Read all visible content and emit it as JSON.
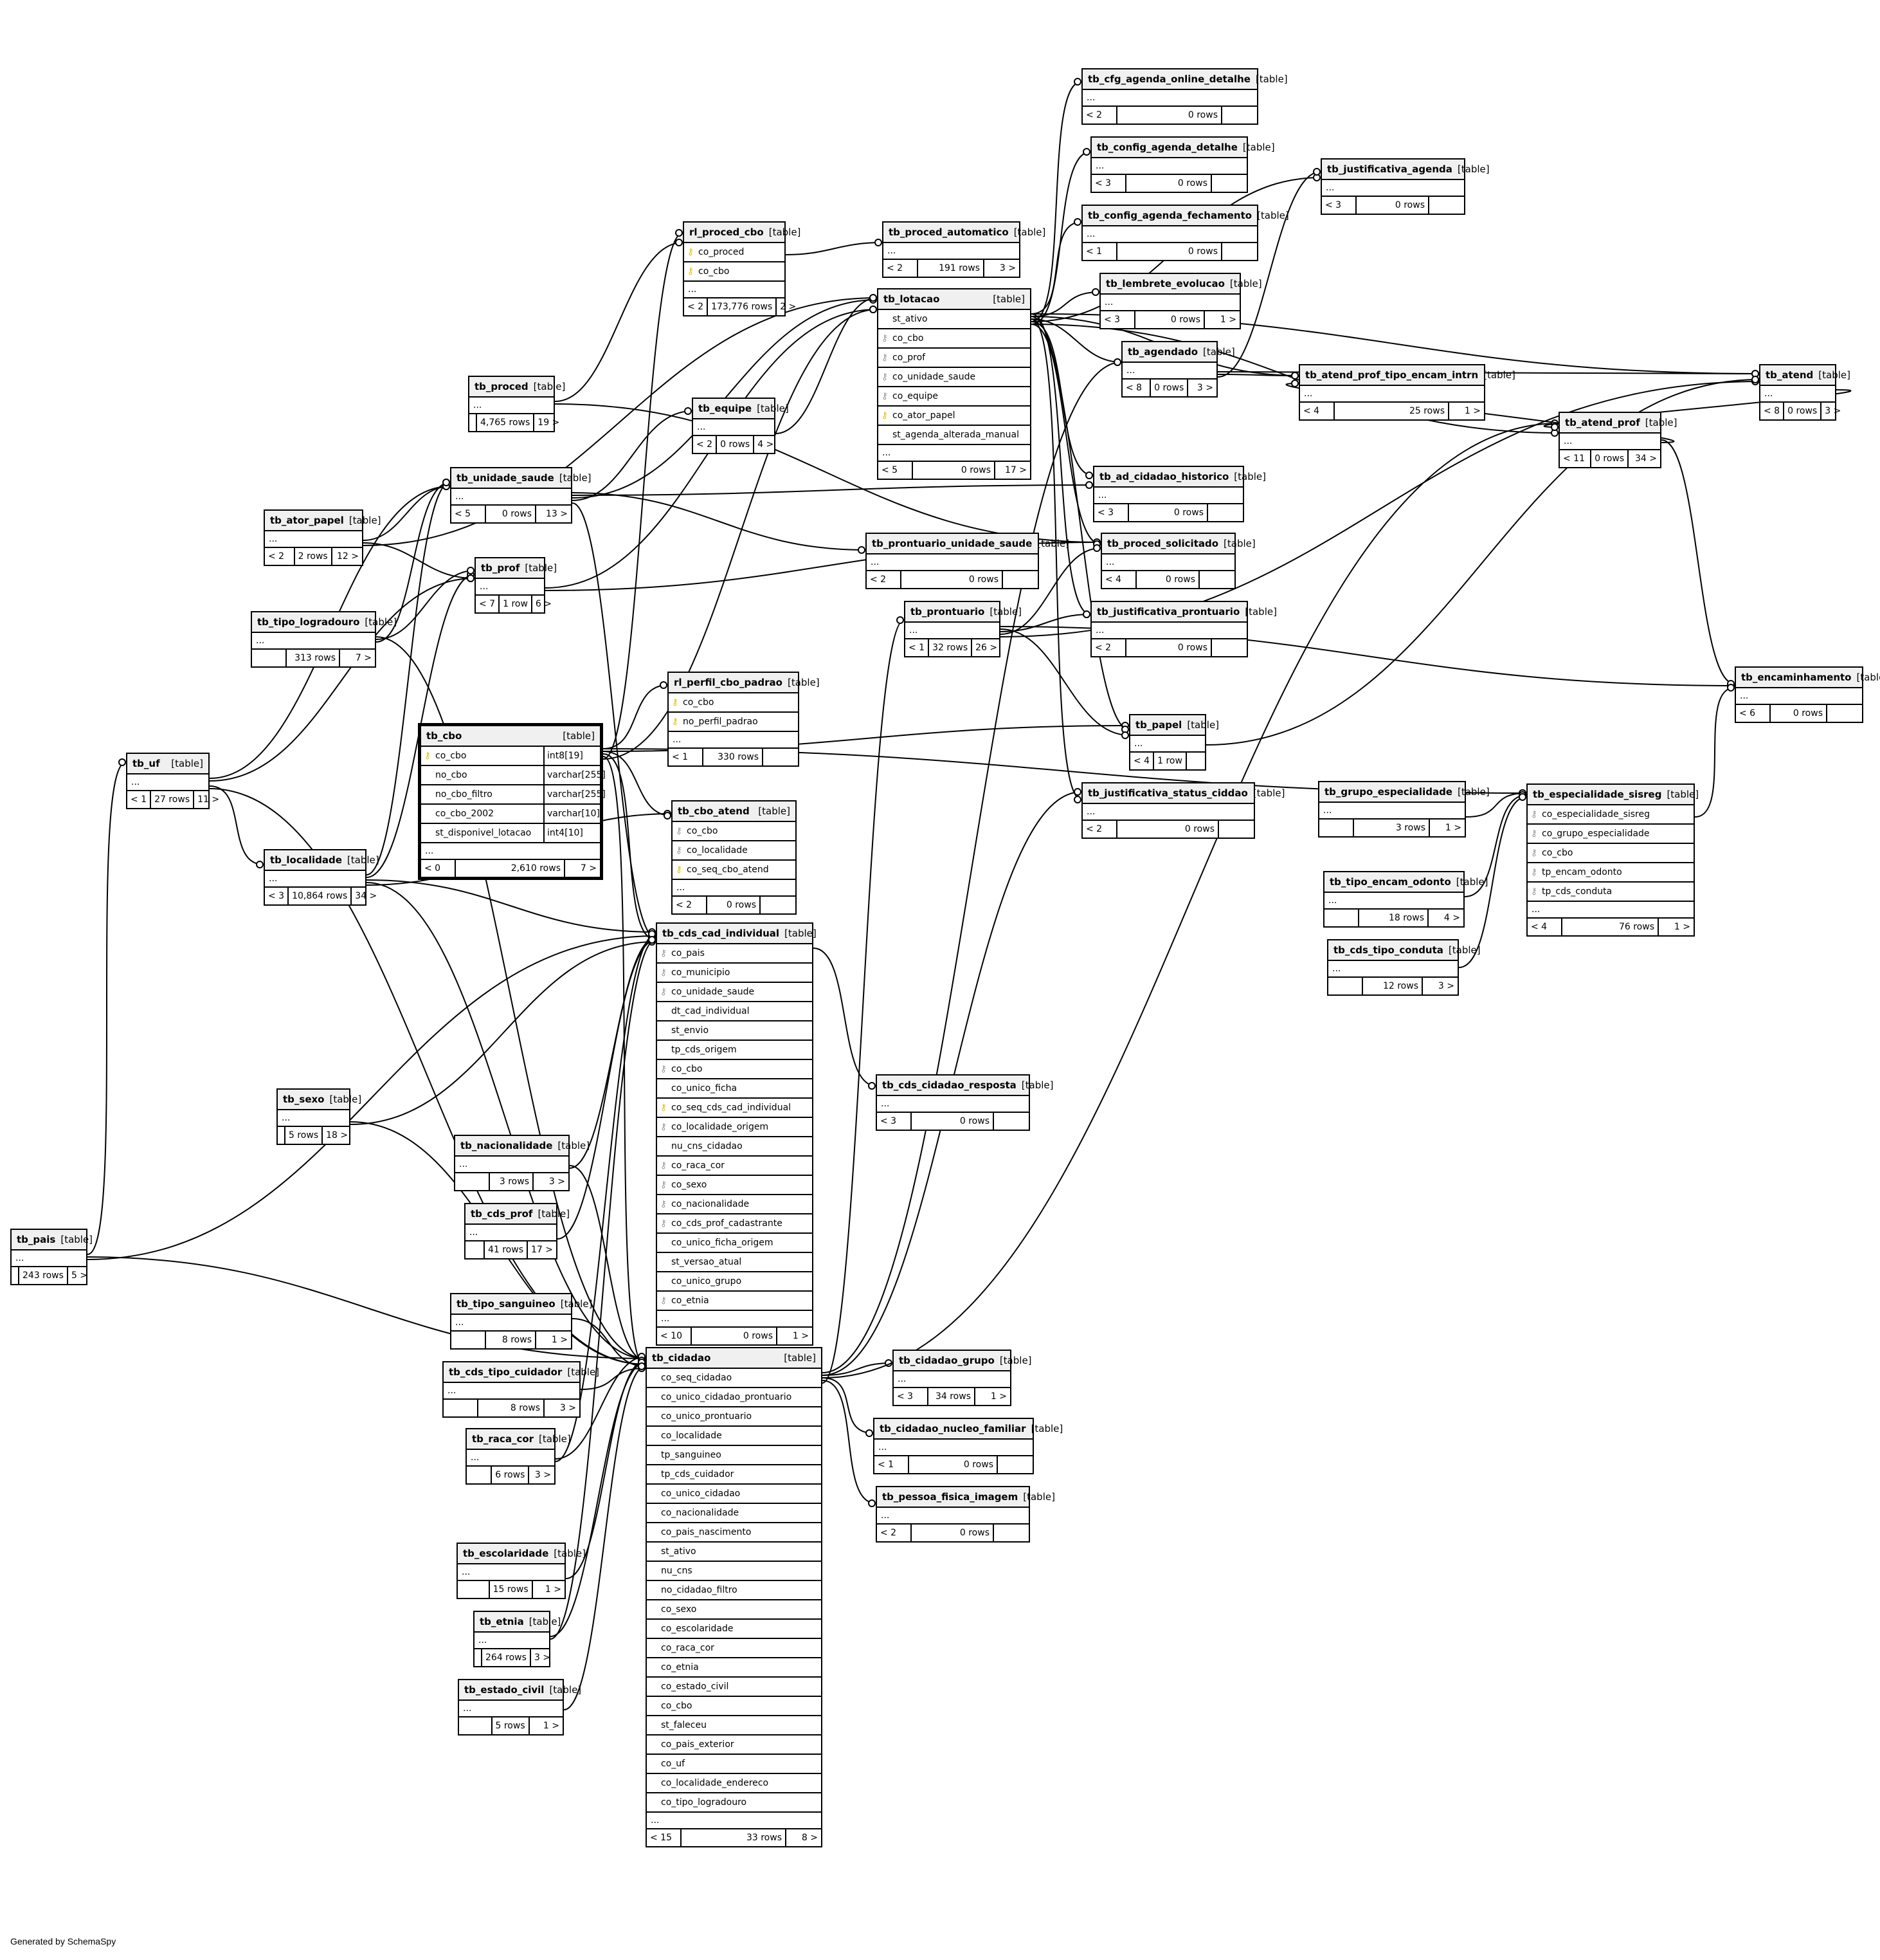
{
  "footer_text": "Generated by SchemaSpy",
  "table_type_label": "[table]",
  "tables": [
    {
      "name": "tb_pais",
      "cols": [],
      "foot": [
        "",
        "243 rows",
        "5 >"
      ]
    },
    {
      "name": "tb_uf",
      "cols": [],
      "foot": [
        "< 1",
        "27 rows",
        "11 >"
      ]
    },
    {
      "name": "tb_ator_papel",
      "cols": [],
      "foot": [
        "< 2",
        "2 rows",
        "12 >"
      ]
    },
    {
      "name": "tb_tipo_logradouro",
      "cols": [],
      "foot": [
        "",
        "313 rows",
        "7 >"
      ]
    },
    {
      "name": "tb_localidade",
      "cols": [],
      "foot": [
        "< 3",
        "10,864 rows",
        "34 >"
      ]
    },
    {
      "name": "tb_sexo",
      "cols": [],
      "foot": [
        "",
        "5 rows",
        "18 >"
      ]
    },
    {
      "name": "tb_proced",
      "cols": [],
      "foot": [
        "",
        "4,765 rows",
        "19 >"
      ]
    },
    {
      "name": "tb_unidade_saude",
      "cols": [],
      "foot": [
        "< 5",
        "0 rows",
        "13 >"
      ]
    },
    {
      "name": "tb_prof",
      "cols": [],
      "foot": [
        "< 7",
        "1 row",
        "6 >"
      ]
    },
    {
      "name": "tb_cbo",
      "cols": [
        {
          "k": "pk",
          "n": "co_cbo",
          "t": "int8[19]"
        },
        {
          "k": "",
          "n": "no_cbo",
          "t": "varchar[255]"
        },
        {
          "k": "",
          "n": "no_cbo_filtro",
          "t": "varchar[255]"
        },
        {
          "k": "",
          "n": "co_cbo_2002",
          "t": "varchar[10]"
        },
        {
          "k": "",
          "n": "st_disponivel_lotacao",
          "t": "int4[10]"
        }
      ],
      "foot": [
        "< 0",
        "2,610 rows",
        "7 >"
      ]
    },
    {
      "name": "tb_nacionalidade",
      "cols": [],
      "foot": [
        "",
        "3 rows",
        "3 >"
      ]
    },
    {
      "name": "tb_cds_prof",
      "cols": [],
      "foot": [
        "",
        "41 rows",
        "17 >"
      ]
    },
    {
      "name": "tb_tipo_sanguineo",
      "cols": [],
      "foot": [
        "",
        "8 rows",
        "1 >"
      ]
    },
    {
      "name": "tb_cds_tipo_cuidador",
      "cols": [],
      "foot": [
        "",
        "8 rows",
        "3 >"
      ]
    },
    {
      "name": "tb_raca_cor",
      "cols": [],
      "foot": [
        "",
        "6 rows",
        "3 >"
      ]
    },
    {
      "name": "tb_escolaridade",
      "cols": [],
      "foot": [
        "",
        "15 rows",
        "1 >"
      ]
    },
    {
      "name": "tb_etnia",
      "cols": [],
      "foot": [
        "",
        "264 rows",
        "3 >"
      ]
    },
    {
      "name": "tb_estado_civil",
      "cols": [],
      "foot": [
        "",
        "5 rows",
        "1 >"
      ]
    },
    {
      "name": "rl_proced_cbo",
      "cols": [
        {
          "k": "pk",
          "n": "co_proced"
        },
        {
          "k": "pk",
          "n": "co_cbo"
        }
      ],
      "foot": [
        "< 2",
        "173,776 rows",
        "2 >"
      ]
    },
    {
      "name": "tb_equipe",
      "cols": [],
      "foot": [
        "< 2",
        "0 rows",
        "4 >"
      ]
    },
    {
      "name": "rl_perfil_cbo_padrao",
      "cols": [
        {
          "k": "pk",
          "n": "co_cbo"
        },
        {
          "k": "pk",
          "n": "no_perfil_padrao"
        }
      ],
      "foot": [
        "< 1",
        "330 rows",
        ""
      ]
    },
    {
      "name": "tb_cbo_atend",
      "cols": [
        {
          "k": "fk",
          "n": "co_cbo"
        },
        {
          "k": "fk",
          "n": "co_localidade"
        },
        {
          "k": "pk",
          "n": "co_seq_cbo_atend"
        }
      ],
      "foot": [
        "< 2",
        "0 rows",
        ""
      ]
    },
    {
      "name": "tb_cds_cad_individual",
      "cols": [
        {
          "k": "fk",
          "n": "co_pais"
        },
        {
          "k": "fk",
          "n": "co_municipio"
        },
        {
          "k": "fk",
          "n": "co_unidade_saude"
        },
        {
          "k": "",
          "n": "dt_cad_individual"
        },
        {
          "k": "",
          "n": "st_envio"
        },
        {
          "k": "",
          "n": "tp_cds_origem"
        },
        {
          "k": "fk",
          "n": "co_cbo"
        },
        {
          "k": "",
          "n": "co_unico_ficha"
        },
        {
          "k": "pk",
          "n": "co_seq_cds_cad_individual"
        },
        {
          "k": "fk",
          "n": "co_localidade_origem"
        },
        {
          "k": "",
          "n": "nu_cns_cidadao"
        },
        {
          "k": "fk",
          "n": "co_raca_cor"
        },
        {
          "k": "fk",
          "n": "co_sexo"
        },
        {
          "k": "fk",
          "n": "co_nacionalidade"
        },
        {
          "k": "fk",
          "n": "co_cds_prof_cadastrante"
        },
        {
          "k": "",
          "n": "co_unico_ficha_origem"
        },
        {
          "k": "",
          "n": "st_versao_atual"
        },
        {
          "k": "",
          "n": "co_unico_grupo"
        },
        {
          "k": "fk",
          "n": "co_etnia"
        }
      ],
      "foot": [
        "< 10",
        "0 rows",
        "1 >"
      ]
    },
    {
      "name": "tb_cidadao",
      "cols": [
        {
          "k": "",
          "n": "co_seq_cidadao"
        },
        {
          "k": "",
          "n": "co_unico_cidadao_prontuario"
        },
        {
          "k": "",
          "n": "co_unico_prontuario"
        },
        {
          "k": "",
          "n": "co_localidade"
        },
        {
          "k": "",
          "n": "tp_sanguineo"
        },
        {
          "k": "",
          "n": "tp_cds_cuidador"
        },
        {
          "k": "",
          "n": "co_unico_cidadao"
        },
        {
          "k": "",
          "n": "co_nacionalidade"
        },
        {
          "k": "",
          "n": "co_pais_nascimento"
        },
        {
          "k": "",
          "n": "st_ativo"
        },
        {
          "k": "",
          "n": "nu_cns"
        },
        {
          "k": "",
          "n": "no_cidadao_filtro"
        },
        {
          "k": "",
          "n": "co_sexo"
        },
        {
          "k": "",
          "n": "co_escolaridade"
        },
        {
          "k": "",
          "n": "co_raca_cor"
        },
        {
          "k": "",
          "n": "co_etnia"
        },
        {
          "k": "",
          "n": "co_estado_civil"
        },
        {
          "k": "",
          "n": "co_cbo"
        },
        {
          "k": "",
          "n": "st_faleceu"
        },
        {
          "k": "",
          "n": "co_pais_exterior"
        },
        {
          "k": "",
          "n": "co_uf"
        },
        {
          "k": "",
          "n": "co_localidade_endereco"
        },
        {
          "k": "",
          "n": "co_tipo_logradouro"
        }
      ],
      "foot": [
        "< 15",
        "33 rows",
        "8 >"
      ]
    },
    {
      "name": "tb_proced_automatico",
      "cols": [],
      "foot": [
        "< 2",
        "191 rows",
        "3 >"
      ]
    },
    {
      "name": "tb_lotacao",
      "cols": [
        {
          "k": "",
          "n": "st_ativo"
        },
        {
          "k": "fk",
          "n": "co_cbo"
        },
        {
          "k": "fk",
          "n": "co_prof"
        },
        {
          "k": "fk",
          "n": "co_unidade_saude"
        },
        {
          "k": "fk",
          "n": "co_equipe"
        },
        {
          "k": "pk",
          "n": "co_ator_papel"
        },
        {
          "k": "",
          "n": "st_agenda_alterada_manual"
        }
      ],
      "foot": [
        "< 5",
        "0 rows",
        "17 >"
      ]
    },
    {
      "name": "tb_prontuario_unidade_saude",
      "cols": [],
      "foot": [
        "< 2",
        "0 rows",
        ""
      ]
    },
    {
      "name": "tb_prontuario",
      "cols": [],
      "foot": [
        "< 1",
        "32 rows",
        "26 >"
      ]
    },
    {
      "name": "tb_cds_cidadao_resposta",
      "cols": [],
      "foot": [
        "< 3",
        "0 rows",
        ""
      ]
    },
    {
      "name": "tb_cidadao_grupo",
      "cols": [],
      "foot": [
        "< 3",
        "34 rows",
        "1 >"
      ]
    },
    {
      "name": "tb_cidadao_nucleo_familiar",
      "cols": [],
      "foot": [
        "< 1",
        "0 rows",
        ""
      ]
    },
    {
      "name": "tb_pessoa_fisica_imagem",
      "cols": [],
      "foot": [
        "< 2",
        "0 rows",
        ""
      ]
    },
    {
      "name": "tb_cfg_agenda_online_detalhe",
      "cols": [],
      "foot": [
        "< 2",
        "0 rows",
        ""
      ]
    },
    {
      "name": "tb_config_agenda_detalhe",
      "cols": [],
      "foot": [
        "< 3",
        "0 rows",
        ""
      ]
    },
    {
      "name": "tb_config_agenda_fechamento",
      "cols": [],
      "foot": [
        "< 1",
        "0 rows",
        ""
      ]
    },
    {
      "name": "tb_lembrete_evolucao",
      "cols": [],
      "foot": [
        "< 3",
        "0 rows",
        "1 >"
      ]
    },
    {
      "name": "tb_agendado",
      "cols": [],
      "foot": [
        "< 8",
        "0 rows",
        "3 >"
      ]
    },
    {
      "name": "tb_ad_cidadao_historico",
      "cols": [],
      "foot": [
        "< 3",
        "0 rows",
        ""
      ]
    },
    {
      "name": "tb_proced_solicitado",
      "cols": [],
      "foot": [
        "< 4",
        "0 rows",
        ""
      ]
    },
    {
      "name": "tb_justificativa_prontuario",
      "cols": [],
      "foot": [
        "< 2",
        "0 rows",
        ""
      ]
    },
    {
      "name": "tb_papel",
      "cols": [],
      "foot": [
        "< 4",
        "1 row",
        ""
      ]
    },
    {
      "name": "tb_justificativa_status_ciddao",
      "cols": [],
      "foot": [
        "< 2",
        "0 rows",
        ""
      ]
    },
    {
      "name": "tb_justificativa_agenda",
      "cols": [],
      "foot": [
        "< 3",
        "0 rows",
        ""
      ]
    },
    {
      "name": "tb_atend_prof_tipo_encam_intrn",
      "cols": [],
      "foot": [
        "< 4",
        "25 rows",
        "1 >"
      ]
    },
    {
      "name": "tb_atend",
      "cols": [],
      "foot": [
        "< 8",
        "0 rows",
        "3 >"
      ]
    },
    {
      "name": "tb_atend_prof",
      "cols": [],
      "foot": [
        "< 11",
        "0 rows",
        "34 >"
      ]
    },
    {
      "name": "tb_encaminhamento",
      "cols": [],
      "foot": [
        "< 6",
        "0 rows",
        ""
      ]
    },
    {
      "name": "tb_grupo_especialidade",
      "cols": [],
      "foot": [
        "",
        "3 rows",
        "1 >"
      ]
    },
    {
      "name": "tb_especialidade_sisreg",
      "cols": [
        {
          "k": "fk",
          "n": "co_especialidade_sisreg"
        },
        {
          "k": "fk",
          "n": "co_grupo_especialidade"
        },
        {
          "k": "fk",
          "n": "co_cbo"
        },
        {
          "k": "fk",
          "n": "tp_encam_odonto"
        },
        {
          "k": "fk",
          "n": "tp_cds_conduta"
        }
      ],
      "foot": [
        "< 4",
        "76 rows",
        "1 >"
      ]
    },
    {
      "name": "tb_tipo_encam_odonto",
      "cols": [],
      "foot": [
        "",
        "18 rows",
        "4 >"
      ]
    },
    {
      "name": "tb_cds_tipo_conduta",
      "cols": [],
      "foot": [
        "",
        "12 rows",
        "3 >"
      ]
    }
  ]
}
